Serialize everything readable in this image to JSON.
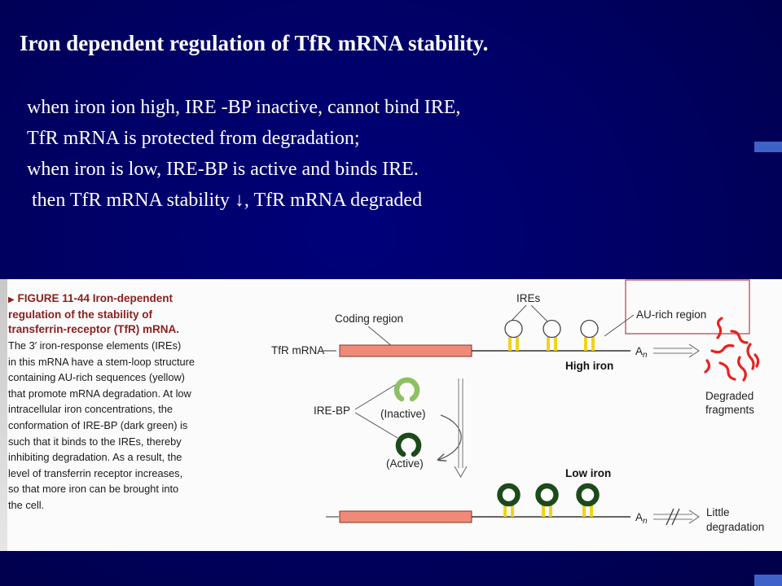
{
  "slide": {
    "title": "Iron dependent regulation of TfR mRNA stability.",
    "lines": [
      "when iron ion high, IRE -BP inactive, cannot bind IRE,",
      "TfR mRNA is protected from degradation;",
      "when iron is low, IRE-BP is active and binds IRE.",
      "then TfR mRNA stability ↓, TfR mRNA degraded"
    ]
  },
  "figure": {
    "caption_title_lines": [
      "FIGURE 11-44  Iron-dependent",
      "regulation of the stability of",
      "transferrin-receptor (TfR) mRNA."
    ],
    "caption_body_lines": [
      "The 3′ iron-response elements (IREs)",
      "in this mRNA have a stem-loop structure",
      "containing AU-rich sequences (yellow)",
      "that promote mRNA degradation. At low",
      "intracellular iron concentrations, the",
      "conformation of IRE-BP (dark green) is",
      "such that it binds to the IREs, thereby",
      "inhibiting degradation. As a result, the",
      "level of transferrin receptor increases,",
      "so that more iron can be brought into",
      "the cell."
    ],
    "labels": {
      "coding_region": "Coding region",
      "ires": "IREs",
      "au_rich_region": "AU-rich region",
      "tfr_mrna": "TfR mRNA",
      "poly_a": "A",
      "poly_a_sub": "n",
      "high_iron": "High iron",
      "degraded_1": "Degraded",
      "degraded_2": "fragments",
      "ire_bp": "IRE-BP",
      "inactive": "(Inactive)",
      "active": "(Active)",
      "low_iron": "Low iron",
      "little_1": "Little",
      "little_2": "degradation"
    },
    "colors": {
      "coding_region": "#f08a78",
      "stem_yellow": "#f2d21c",
      "inactive_green": "#8ec060",
      "active_green": "#1c4a1a",
      "fragments": "#e8221e",
      "caption_title": "#8a1f1f",
      "au_box": "#b04050"
    }
  }
}
